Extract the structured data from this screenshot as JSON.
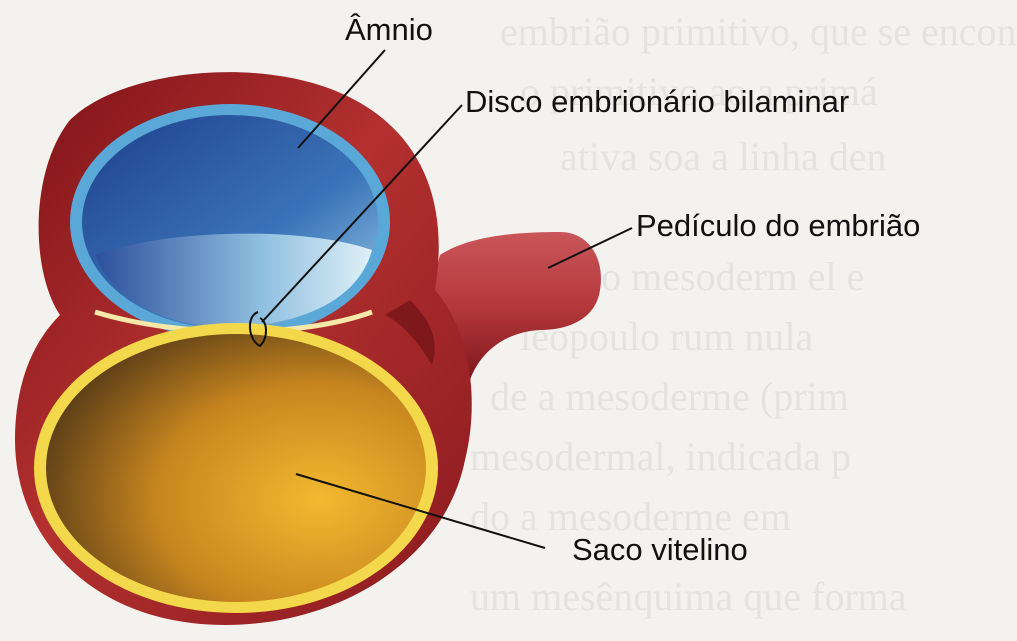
{
  "labels": {
    "amnio": "Âmnio",
    "disco": "Disco embrionário bilaminar",
    "pediculo": "Pedículo do embrião",
    "saco": "Saco vitelino"
  },
  "colors": {
    "tissue": "#a8262a",
    "amnion_membrane": "#5aa8d8",
    "amniotic_cavity": "#2f5ea8",
    "yolk_membrane": "#f2d84a",
    "yolk_cavity": "#c8861f",
    "background": "#f3f2ee"
  }
}
